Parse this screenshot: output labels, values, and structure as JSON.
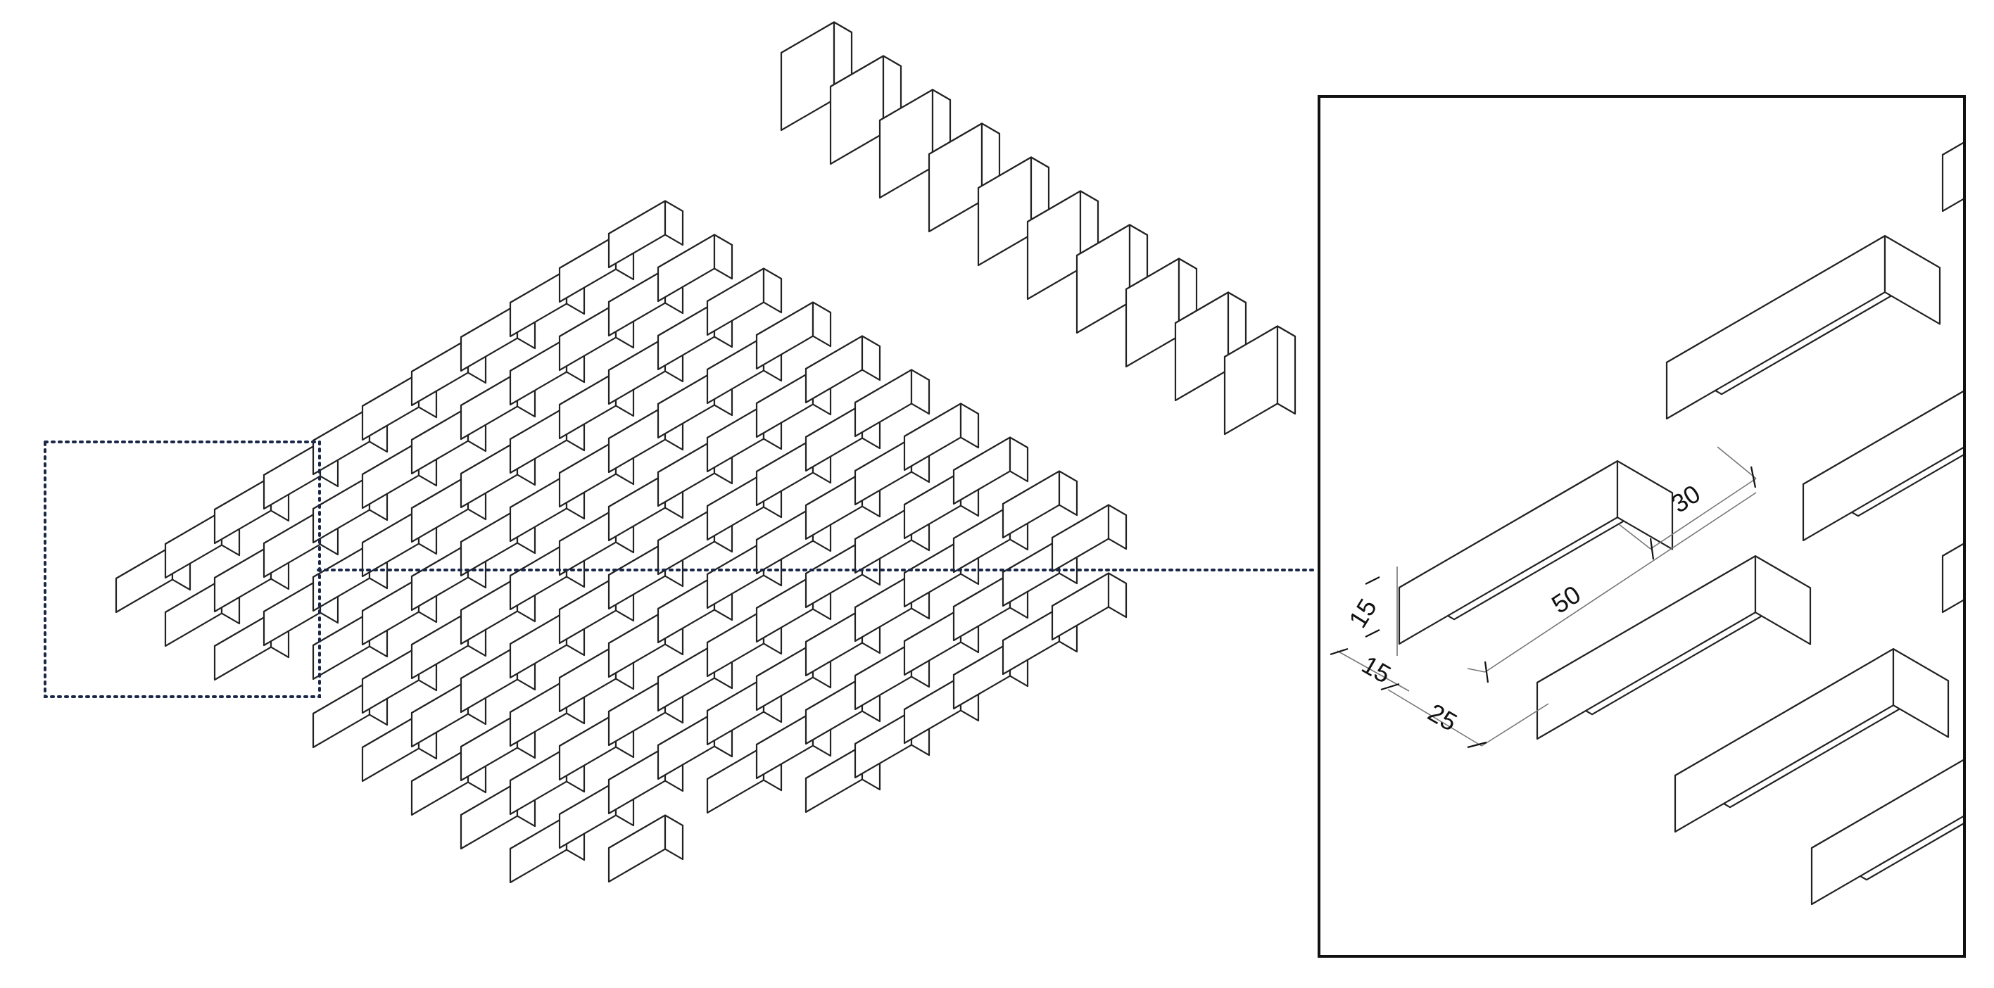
{
  "figure": {
    "description_free": true,
    "line_color": "#222222",
    "background": "#ffffff",
    "callout_color": "#1b2748"
  },
  "dimensions": {
    "block_height": "15",
    "block_width": "15",
    "side_gap": "25",
    "block_length": "50",
    "end_gap": "30"
  }
}
